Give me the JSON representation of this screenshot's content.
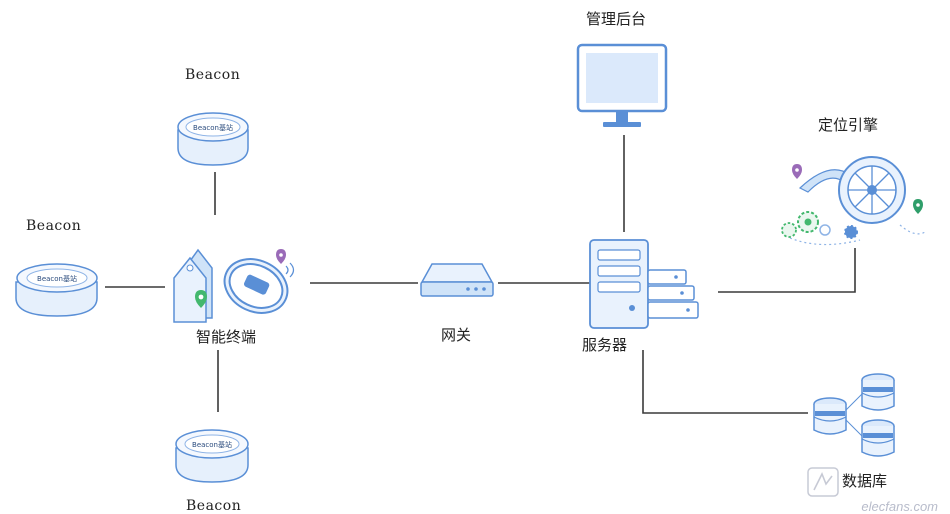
{
  "nodes": {
    "beacon_top": {
      "label": "Beacon",
      "device_text": "Beacon基站"
    },
    "beacon_left": {
      "label": "Beacon",
      "device_text": "Beacon基站"
    },
    "beacon_bottom": {
      "label": "Beacon",
      "device_text": "Beacon基站"
    },
    "smart_terminal": {
      "label": "智能终端"
    },
    "gateway": {
      "label": "网关"
    },
    "server": {
      "label": "服务器"
    },
    "admin": {
      "label": "管理后台"
    },
    "positioning_engine": {
      "label": "定位引擎"
    },
    "database": {
      "label": "数据库"
    }
  },
  "watermark": "elecfans.com",
  "colors": {
    "line": "#3a3a3a",
    "device_blue": "#5a8fd6",
    "device_light": "#dbe9fb",
    "accent_green": "#43b86e",
    "accent_purple": "#9a6bb8"
  }
}
